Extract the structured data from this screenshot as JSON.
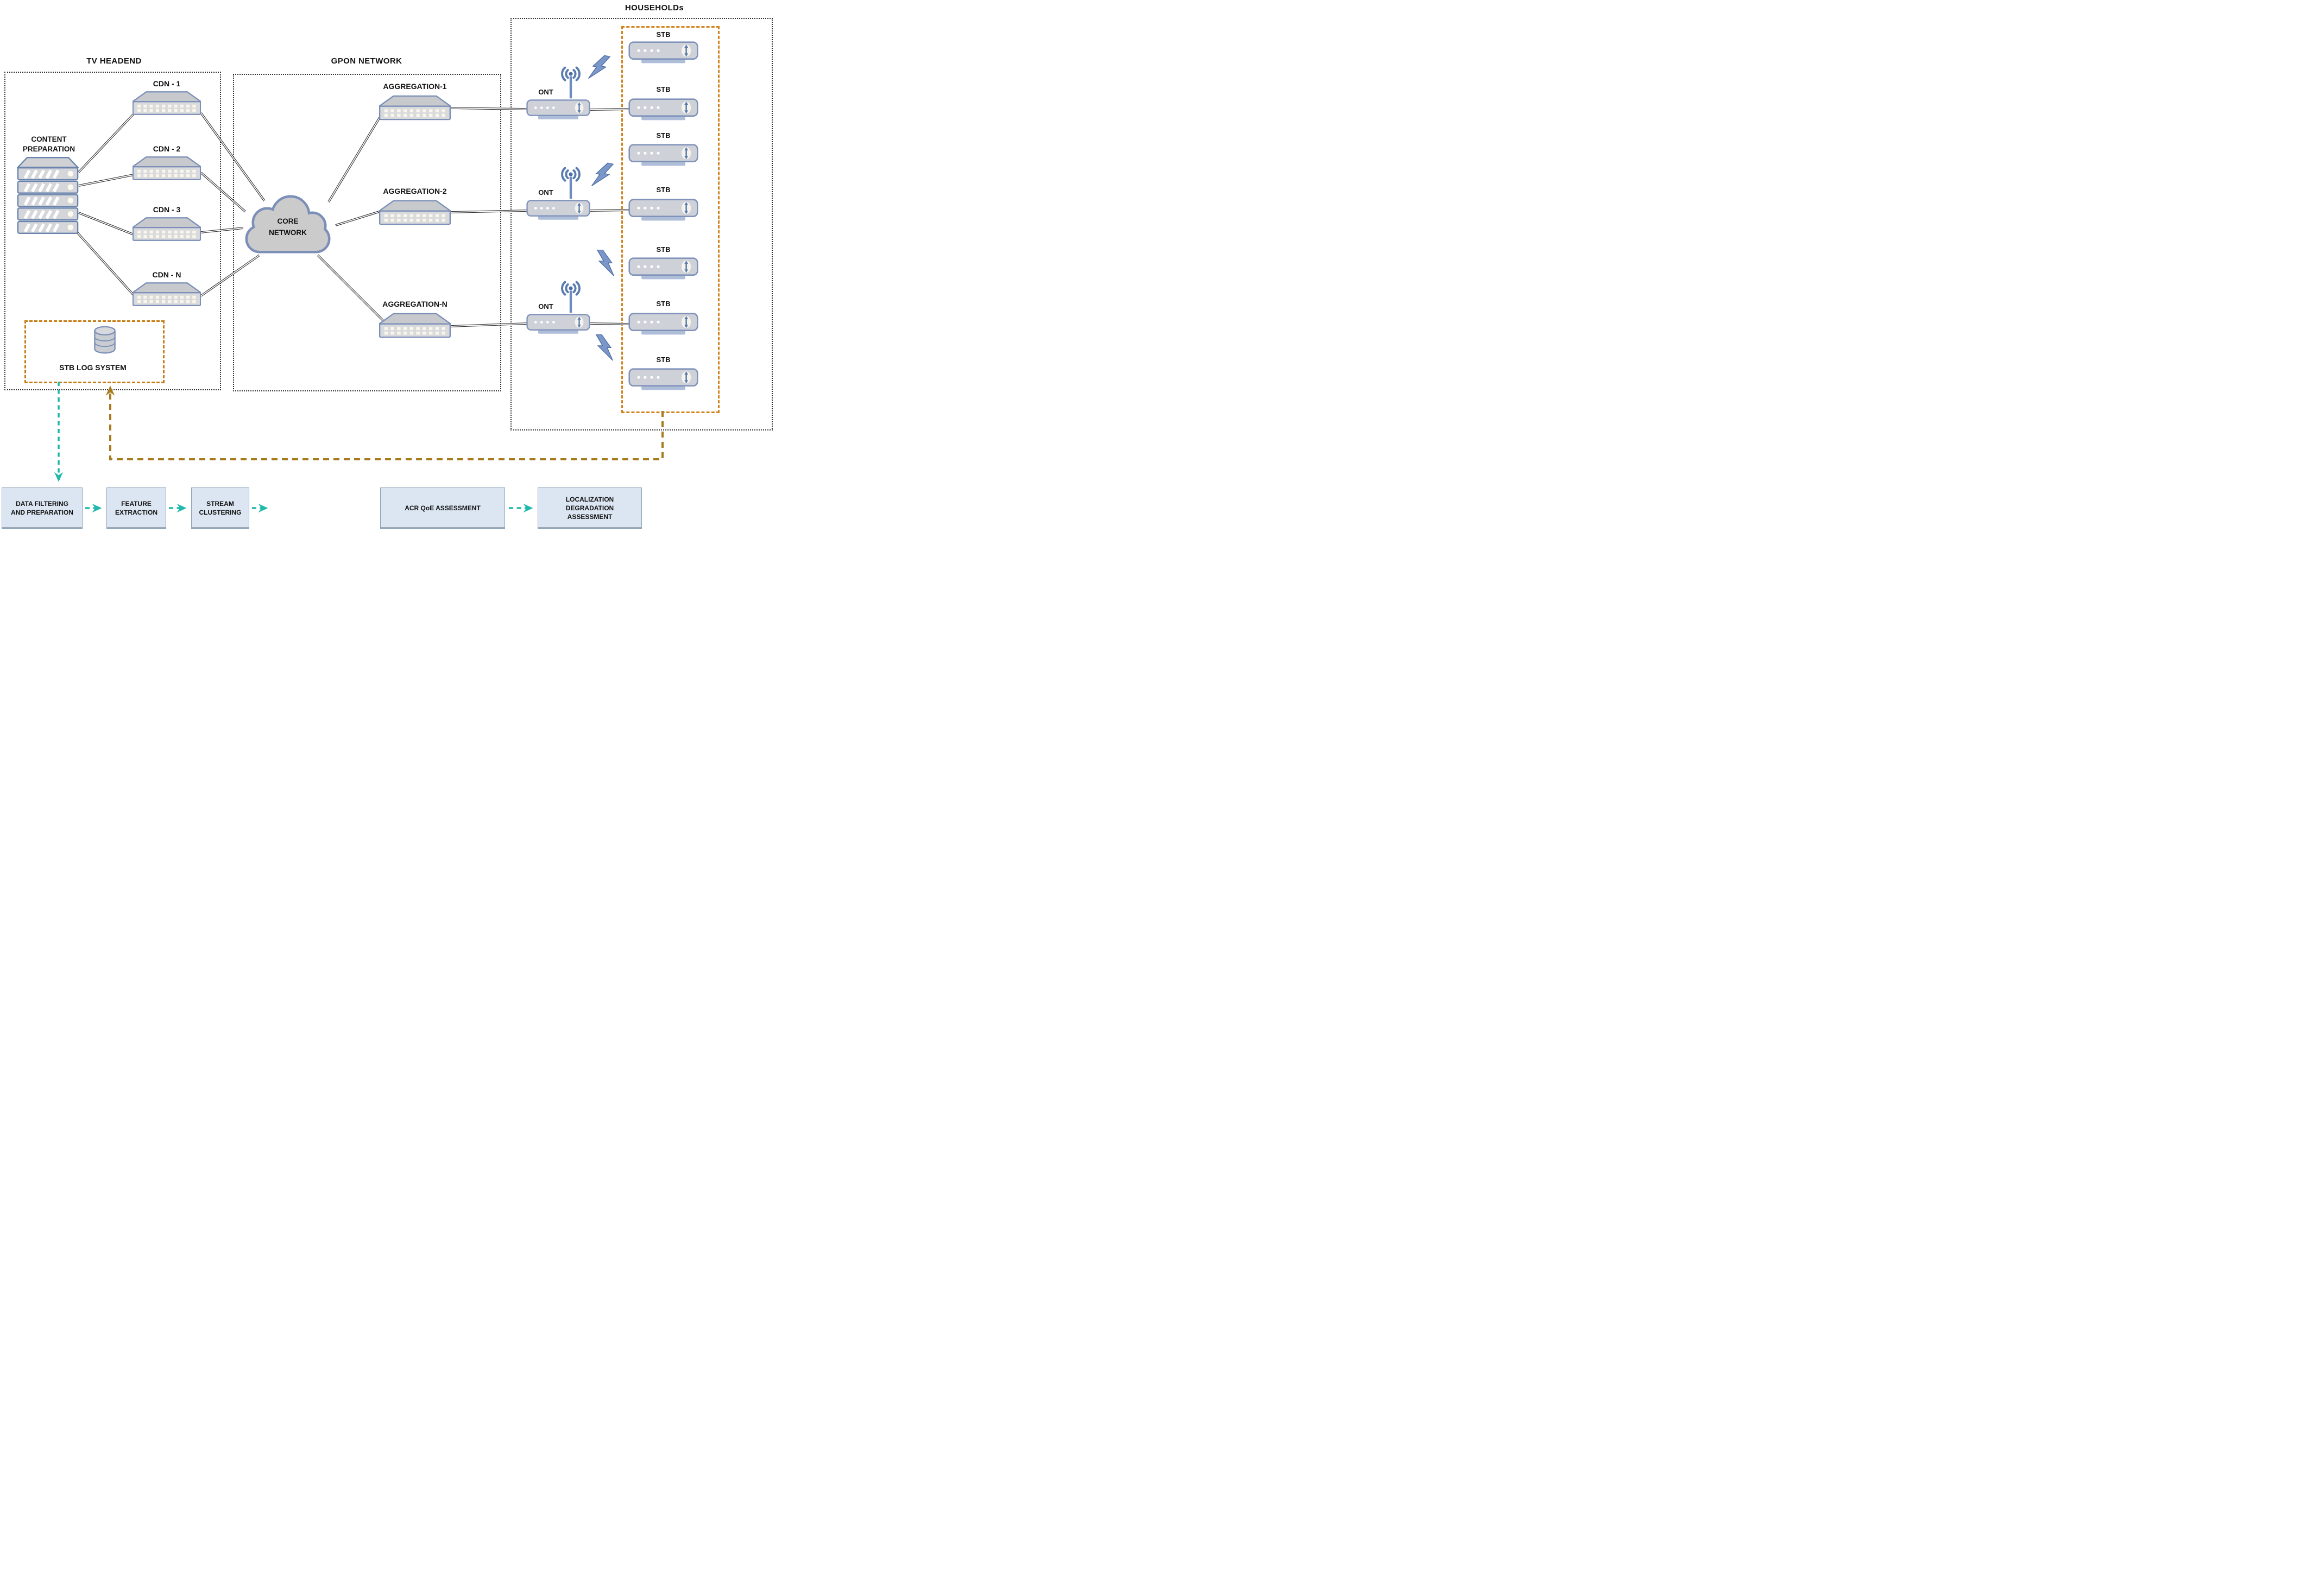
{
  "sections": {
    "tv_headend": {
      "label": "TV HEADEND"
    },
    "gpon": {
      "label": "GPON NETWORK"
    },
    "households": {
      "label": "HOUSEHOLDs"
    }
  },
  "tv_headend": {
    "content_preparation": {
      "lines": [
        "CONTENT",
        "PREPARATION"
      ],
      "icon": "server-stack-icon"
    },
    "cdns": [
      {
        "label": "CDN - 1",
        "icon": "switch-icon"
      },
      {
        "label": "CDN - 2",
        "icon": "switch-icon"
      },
      {
        "label": "CDN - 3",
        "icon": "switch-icon"
      },
      {
        "label": "CDN - N",
        "icon": "switch-icon"
      }
    ],
    "stb_log": {
      "label": "STB LOG SYSTEM",
      "icon": "database-icon"
    }
  },
  "gpon": {
    "core_network": {
      "lines": [
        "CORE",
        "NETWORK"
      ],
      "icon": "cloud-icon"
    },
    "aggregations": [
      {
        "label": "AGGREGATION-1",
        "icon": "switch-icon"
      },
      {
        "label": "AGGREGATION-2",
        "icon": "switch-icon"
      },
      {
        "label": "AGGREGATION-N",
        "icon": "switch-icon"
      }
    ]
  },
  "households": {
    "onts": [
      {
        "label": "ONT",
        "icon": "router-icon"
      },
      {
        "label": "ONT",
        "icon": "router-icon"
      },
      {
        "label": "ONT",
        "icon": "router-icon"
      }
    ],
    "stbs": [
      {
        "label": "STB",
        "icon": "set-top-box-icon"
      },
      {
        "label": "STB",
        "icon": "set-top-box-icon"
      },
      {
        "label": "STB",
        "icon": "set-top-box-icon"
      },
      {
        "label": "STB",
        "icon": "set-top-box-icon"
      },
      {
        "label": "STB",
        "icon": "set-top-box-icon"
      },
      {
        "label": "STB",
        "icon": "set-top-box-icon"
      },
      {
        "label": "STB",
        "icon": "set-top-box-icon"
      }
    ],
    "wireless_links": 4,
    "antenna_icon": "wifi-antenna-icon",
    "wireless_icon": "lightning-bolt-icon"
  },
  "pipeline": {
    "steps": [
      {
        "lines": [
          "DATA FILTERING",
          "AND PREPARATION"
        ]
      },
      {
        "lines": [
          "FEATURE",
          "EXTRACTION"
        ]
      },
      {
        "lines": [
          "STREAM",
          "CLUSTERING"
        ]
      },
      {
        "lines": [
          "ACR QoE ASSESSMENT"
        ]
      },
      {
        "lines": [
          "LOCALIZATION",
          "DEGRADATION",
          "ASSESSMENT"
        ]
      }
    ]
  },
  "colors": {
    "teal_arrow": "#1fb9ab",
    "orange_stb_column": "#d2831c",
    "orange_stb_log_box": "#c67d15",
    "orange_return_path": "#a87a1e",
    "device_border": "#7b8fb8",
    "device_fill": "#ced2d8",
    "pipeline_fill": "#dbe6f2",
    "wire": "#2b2b2b"
  }
}
